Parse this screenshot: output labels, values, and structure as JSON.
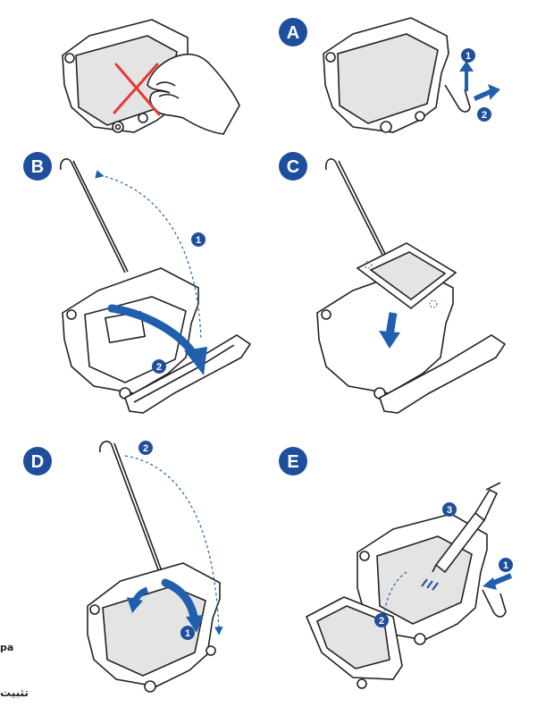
{
  "steps": {
    "a": {
      "letter": "A",
      "sub1": "1",
      "sub2": "2"
    },
    "b": {
      "letter": "B",
      "sub1": "1",
      "sub2": "2"
    },
    "c": {
      "letter": "C"
    },
    "d": {
      "letter": "D",
      "sub1": "1",
      "sub2": "2"
    },
    "e": {
      "letter": "E",
      "sub1": "1",
      "sub2": "2",
      "sub3": "3"
    }
  },
  "edge_text": {
    "left1": "pa",
    "left2": "تثبيت"
  },
  "colors": {
    "badge": "#1f4f9c",
    "arrow": "#1f5fae",
    "line": "#222222",
    "plate": "#e4e4e4",
    "cross": "#e53935"
  }
}
